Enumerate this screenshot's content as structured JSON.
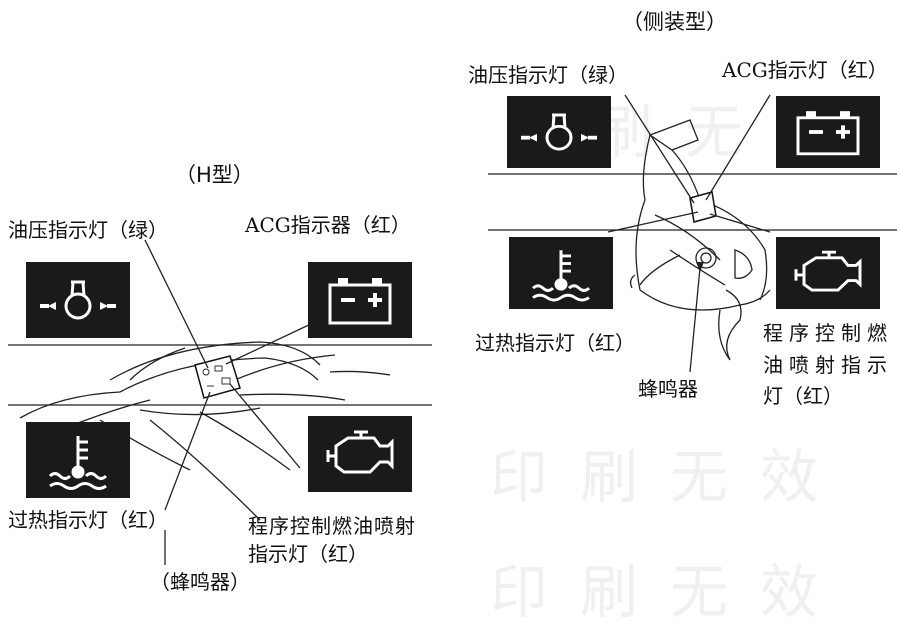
{
  "h_type": {
    "title": "（H型）",
    "oil_pressure_label": "油压指示灯（绿）",
    "acg_label": "ACG指示器（红）",
    "overheat_label": "过热指示灯（红）",
    "pgm_fi_label_line1": "程序控制燃油喷射",
    "pgm_fi_label_line2": "指示灯（红）",
    "buzzer_label": "（蜂鸣器）"
  },
  "side_mount": {
    "title": "（侧装型）",
    "oil_pressure_label": "油压指示灯（绿）",
    "acg_label": "ACG指示灯（红）",
    "overheat_label": "过热指示灯（红）",
    "pgm_fi_label_line1": "程序控制燃",
    "pgm_fi_label_line2": "油喷射指示",
    "pgm_fi_label_line3": "灯（红）",
    "buzzer_label": "蜂鸣器"
  },
  "watermark": {
    "line1": "印刷无效",
    "line2": "印刷无效",
    "line3": "印刷无效"
  },
  "icons": {
    "oil_pressure": "oil-pressure-icon",
    "battery": "battery-icon",
    "coolant_temperature": "coolant-temperature-icon",
    "engine": "engine-icon"
  },
  "colors": {
    "panel_background": "#1a1a1a",
    "icon_foreground": "#ffffff",
    "line": "#222222"
  }
}
